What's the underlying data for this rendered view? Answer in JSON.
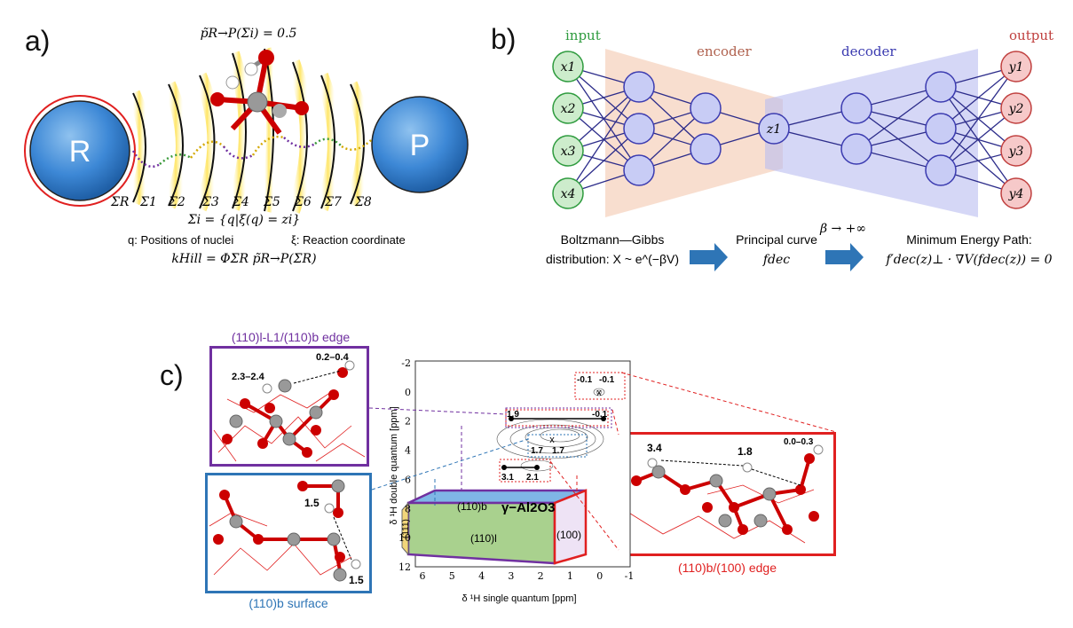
{
  "panels": {
    "a": "a)",
    "b": "b)",
    "c": "c)"
  },
  "panel_a": {
    "top_eq": "p̃R→P(Σi) = 0.5",
    "R": "R",
    "P": "P",
    "sigma_labels": [
      "ΣR",
      "Σ1",
      "Σ2",
      "Σ3",
      "Σ4",
      "Σ5",
      "Σ6",
      "Σ7",
      "Σ8"
    ],
    "sigma_def": "Σi = {q|ξ(q) = zi}",
    "q_def": "q: Positions of nuclei",
    "xi_def": "ξ: Reaction coordinate",
    "k_hill": "kHill = ΦΣR p̃R→P(ΣR)"
  },
  "panel_b": {
    "input": "input",
    "encoder": "encoder",
    "decoder": "decoder",
    "output": "output",
    "inputs": [
      "x1",
      "x2",
      "x3",
      "x4"
    ],
    "outputs": [
      "y1",
      "y2",
      "y3",
      "y4"
    ],
    "latent": "z1",
    "bg_line1": "Boltzmann—Gibbs",
    "bg_line2": "distribution: X ~ e^(−βV)",
    "pc_line1": "Principal curve",
    "pc_line2": "fdec",
    "beta": "β → +∞",
    "mep_line1": "Minimum Energy Path:",
    "mep_line2": "f′dec(z)⊥ · ∇V(fdec(z)) = 0",
    "colors": {
      "input": "#2e9b3e",
      "encoder": "#b0614e",
      "decoder": "#3b3bb0",
      "output": "#c0403f"
    }
  },
  "panel_c": {
    "box_purple_title": "(110)l-L1/(110)b edge",
    "box_purple_labels": [
      "2.3–2.4",
      "0.2–0.4"
    ],
    "box_blue_title": "(110)b surface",
    "box_blue_labels": [
      "1.5",
      "1.5"
    ],
    "box_red_title": "(110)b/(100) edge",
    "box_red_labels": [
      "3.4",
      "1.8",
      "0.0–0.3"
    ],
    "y_axis_label": "δ ¹H double quantum [ppm]",
    "x_axis_label": "δ ¹H single quantum [ppm]",
    "y_ticks": [
      "-2",
      "0",
      "2",
      "4",
      "6",
      "8",
      "10",
      "12"
    ],
    "x_ticks": [
      "6",
      "5",
      "4",
      "3",
      "2",
      "1",
      "0",
      "-1"
    ],
    "peak_labels": [
      "-0.1",
      "-0.1",
      "1.9",
      "-0.1",
      "1.7",
      "1.7",
      "3.1",
      "2.1"
    ],
    "crystal_label": "γ−Al2O3",
    "facets": [
      "(110)b",
      "(110)l",
      "(100)",
      "(111)"
    ],
    "colors": {
      "purple": "#7030a0",
      "blue": "#2e75b6",
      "red": "#e02020"
    }
  }
}
